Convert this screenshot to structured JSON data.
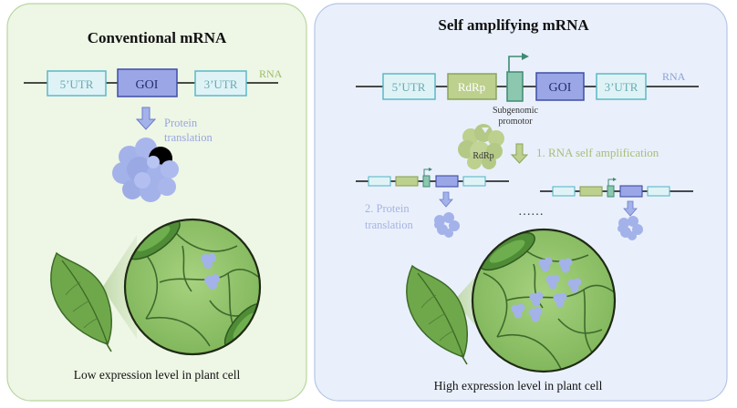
{
  "left_panel": {
    "title": "Conventional mRNA",
    "segments": {
      "utr5": "5’UTR",
      "goi": "GOI",
      "utr3": "3’UTR",
      "rna": "RNA"
    },
    "protein_line1": "Protein",
    "protein_line2": "translation",
    "caption": "Low expression level in plant cell"
  },
  "right_panel": {
    "title": "Self amplifying mRNA",
    "segments": {
      "utr5": "5’UTR",
      "rdrp": "RdRp",
      "goi": "GOI",
      "utr3": "3’UTR",
      "rna": "RNA"
    },
    "promotor_line1": "Subgenomic",
    "promotor_line2": "promotor",
    "rdrp_enzyme_label": "RdRp",
    "step1": "1. RNA self amplification",
    "step2_line1": "2. Protein",
    "step2_line2": "translation",
    "ellipsis": "……",
    "caption": "High expression level in plant cell"
  },
  "colors": {
    "left_panel_bg": "#eef6e6",
    "right_panel_bg": "#e9f0fb",
    "utr_fill": "#dff3f6",
    "utr_stroke": "#5cb8c8",
    "goi_fill": "#9aa6e6",
    "goi_stroke": "#3e4fa6",
    "rdrp_fill": "#bdd08e",
    "rdrp_stroke": "#8aa45a",
    "promotor_fill": "#8cc7b0",
    "promotor_stroke": "#3e8a72",
    "protein": "#a4b2ea",
    "leaf": "#6fa84a",
    "cell": "#8cc06a"
  }
}
